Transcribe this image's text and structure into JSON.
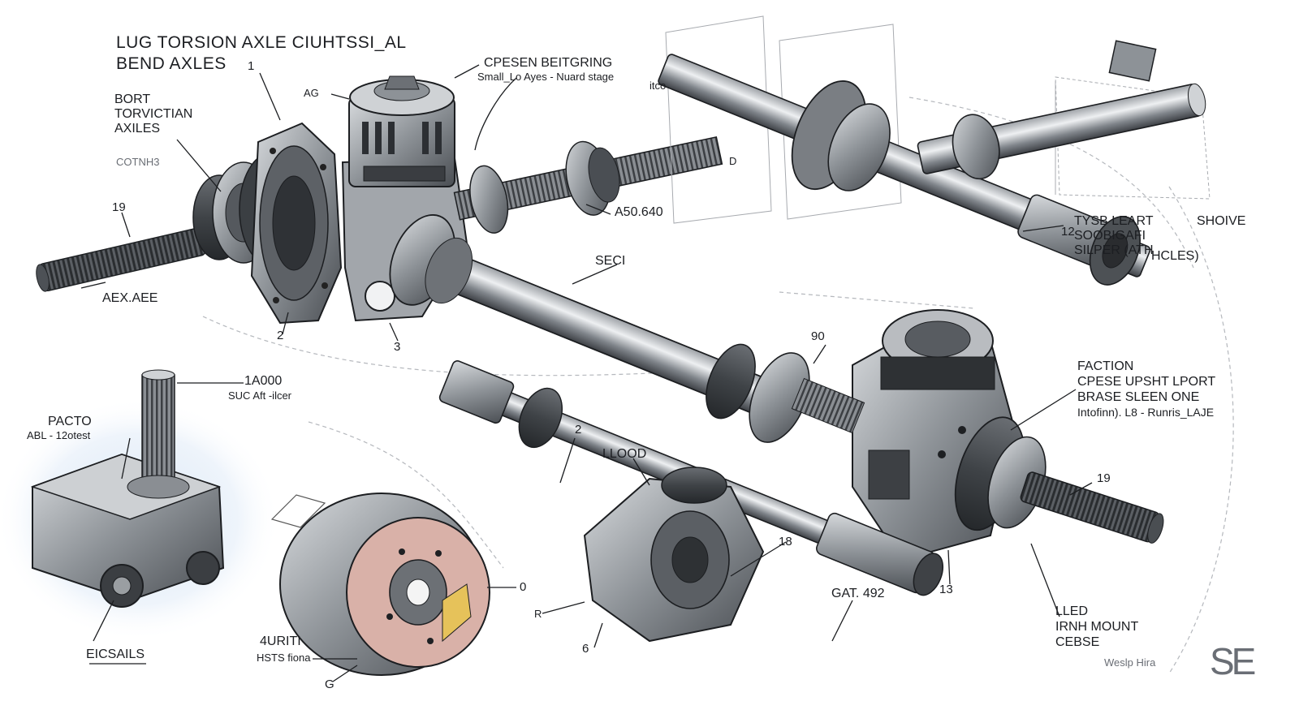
{
  "title": {
    "line1": "LUG TORSION AXLE CIUHTSSI_AL",
    "line2": "BEND AXLES"
  },
  "labels": {
    "t1": "1",
    "ag": "AG",
    "bort": [
      "BORT",
      "TORVICTIAN",
      "AXILES"
    ],
    "cotnh": "COTNH3",
    "n19_left": "19",
    "aexaae": "AEX.AEE",
    "n2_top": "2",
    "n3_top": "3",
    "cpesen_line1": "CPESEN BEITGRING",
    "cpesen_line2": "Small_Lo Ayes - Nuard stage",
    "itco": "itco",
    "d_mark": "D",
    "a50": "A50.640",
    "seci": "SECI",
    "tysb": [
      "TYSB LEART",
      "SOOBIGAFI",
      "SILPER (ATH"
    ],
    "shoive": "SHOIVE",
    "hcles": "HCLES)",
    "n12": "12",
    "n90": "90",
    "n1a000": "1A000",
    "suc": "SUC Aft -ilcer",
    "pacto": "PACTO",
    "abl": "ABL - 12otest",
    "eicsails": "EICSAILS",
    "n2_mid": "2",
    "llood": "LLOOD",
    "n18": "18",
    "n0": "0",
    "r_mark": "R",
    "n6_mid": "6",
    "gat": "GAT. 492",
    "furti": "4URITI",
    "hsts": "HSTS fiona",
    "g_mark": "G",
    "faction": [
      "FACTION",
      "CPESE UPSHT   LPORT",
      "BRASE SLEEN ONE",
      "Intofinn). L8 - Runris_LAJE"
    ],
    "n19_right": "19",
    "n13": "13",
    "lled": [
      "LLED",
      "IRNH MOUNT",
      "CEBSE"
    ],
    "wesip": "Weslp Hira",
    "se_mark": "SE"
  }
}
